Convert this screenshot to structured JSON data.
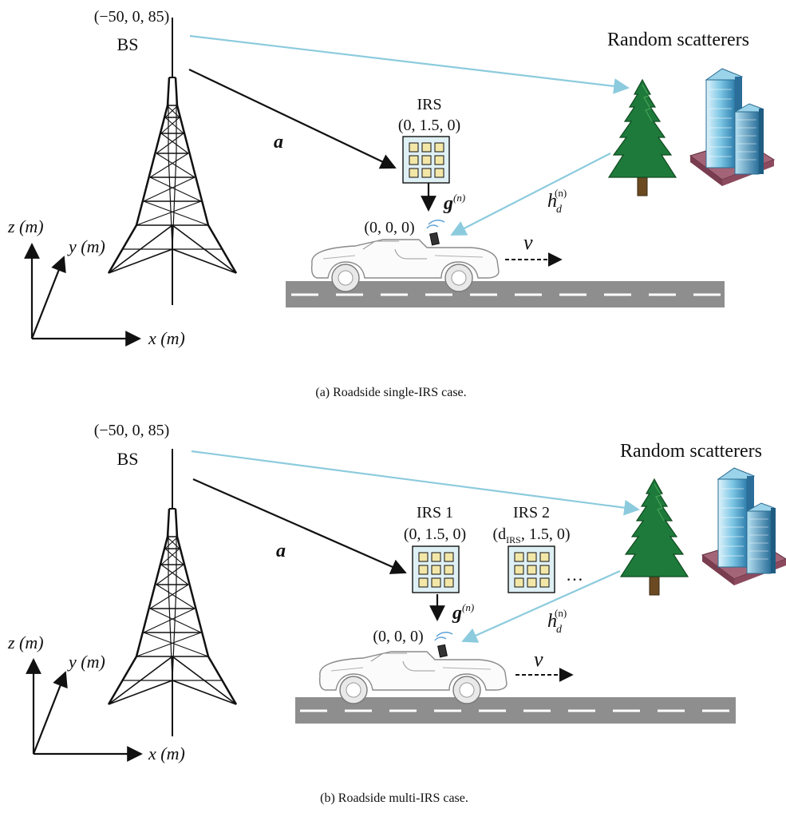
{
  "captions": {
    "a": "(a) Roadside single-IRS case.",
    "b": "(b) Roadside multi-IRS case."
  },
  "panel_a": {
    "bs_coord": "(−50, 0, 85)",
    "bs_label": "BS",
    "scatterers_label": "Random scatterers",
    "irs_label": "IRS",
    "irs_coord": "(0, 1.5, 0)",
    "channel_a": "a",
    "channel_g": "g",
    "channel_g_sup": "(n)",
    "channel_h": "h",
    "channel_h_sub": "d",
    "channel_h_sup": "(n)",
    "car_coord": "(0, 0, 0)",
    "velocity": "v",
    "axis_x": "x (m)",
    "axis_y": "y (m)",
    "axis_z": "z (m)"
  },
  "panel_b": {
    "bs_coord": "(−50, 0, 85)",
    "bs_label": "BS",
    "scatterers_label": "Random scatterers",
    "irs1_label": "IRS 1",
    "irs1_coord": "(0, 1.5, 0)",
    "irs2_label": "IRS 2",
    "irs2_coord_pre": "(d",
    "irs2_coord_sub": "IRS",
    "irs2_coord_post": ", 1.5, 0)",
    "ellipsis": "…",
    "channel_a": "a",
    "channel_g": "g",
    "channel_g_sup": "(n)",
    "channel_h": "h",
    "channel_h_sub": "d",
    "channel_h_sup": "(n)",
    "car_coord": "(0, 0, 0)",
    "velocity": "v",
    "axis_x": "x (m)",
    "axis_y": "y (m)",
    "axis_z": "z (m)"
  },
  "colors": {
    "blue_link": "#8ccbdd",
    "black_link": "#111111",
    "tree_green": "#1e7a3a",
    "road_gray": "#8e8e8e",
    "irs_fill": "#dff0f5",
    "irs_cell": "#f3e7a8"
  }
}
